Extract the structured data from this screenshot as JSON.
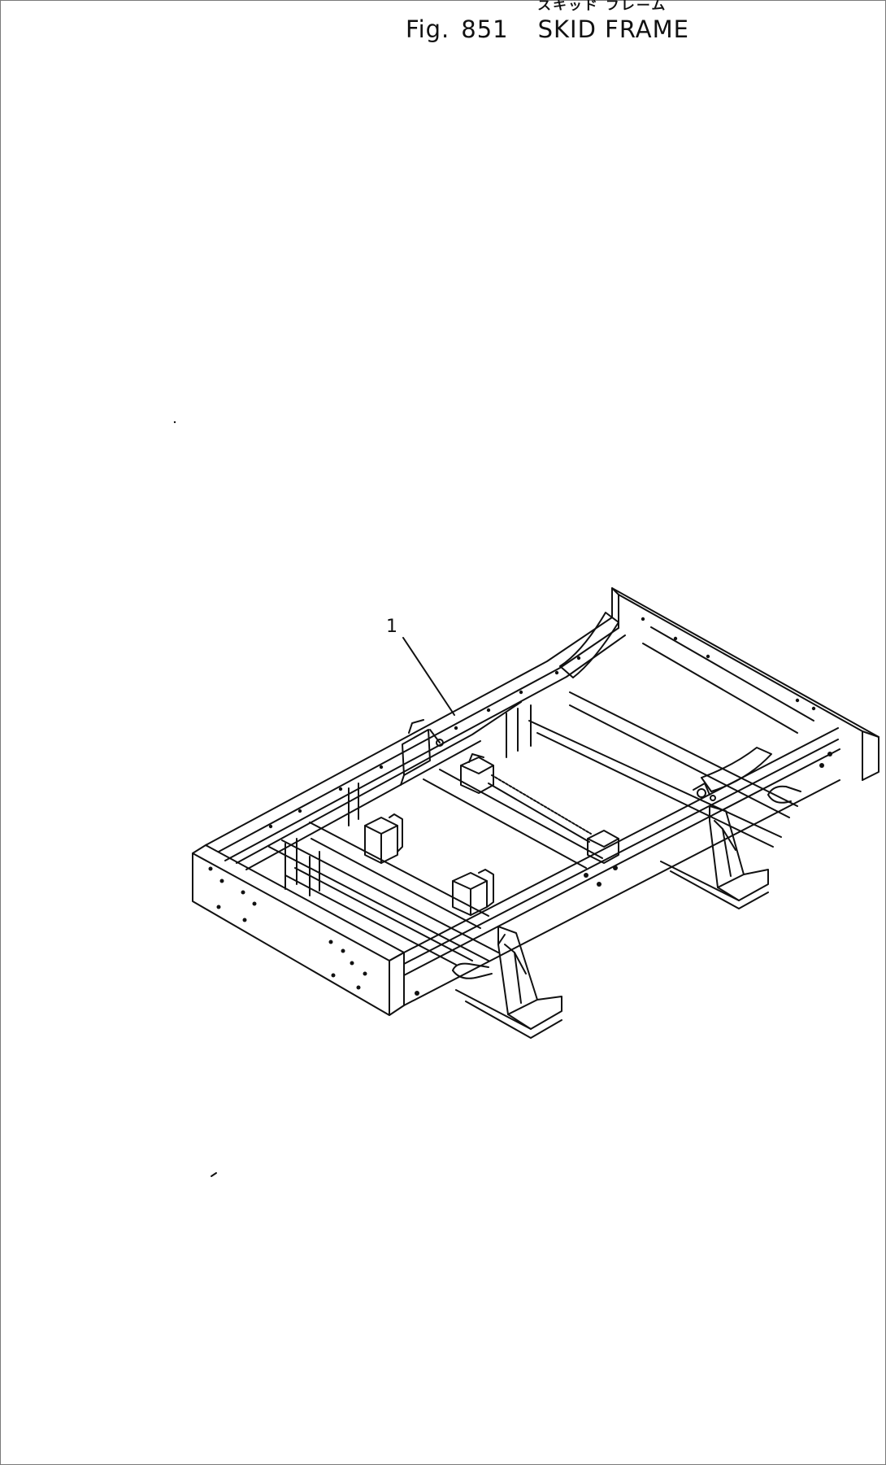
{
  "header": {
    "japanese_title": "スキッド フレーム",
    "figure_label": "Fig.",
    "figure_number": "851",
    "title": "SKID FRAME"
  },
  "callouts": [
    {
      "number": "1"
    }
  ],
  "colors": {
    "line": "#111111",
    "background": "#ffffff",
    "border": "#7a7a7a"
  }
}
